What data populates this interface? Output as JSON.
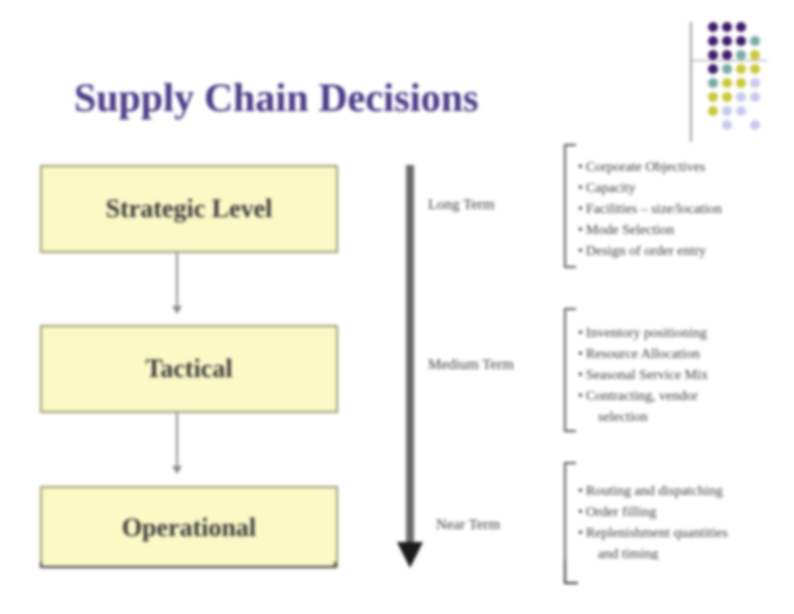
{
  "title": "Supply Chain Decisions",
  "levels": [
    "Strategic Level",
    "Tactical",
    "Operational"
  ],
  "terms": [
    "Long Term",
    "Medium Term",
    "Near Term"
  ],
  "decisions": {
    "long_term": [
      "Corporate Objectives",
      "Capacity",
      "Facilities – size/location",
      "Mode Selection",
      "Design of order entry"
    ],
    "medium_term": [
      "Inventory positioning",
      "Resource Allocation",
      "Seasonal Service Mix",
      "Contracting, vendor",
      "selection"
    ],
    "near_term": [
      "Routing and dispatching",
      "Order filling",
      "Replenishment quantities",
      "and timing"
    ]
  },
  "colors": {
    "title": "#4a3a86",
    "box_fill": "#fbf9c6",
    "deco_purple": "#3d1b6b",
    "deco_teal": "#7aa9a3",
    "deco_yellow": "#c8c83a",
    "deco_lavender": "#c9c8ef"
  }
}
